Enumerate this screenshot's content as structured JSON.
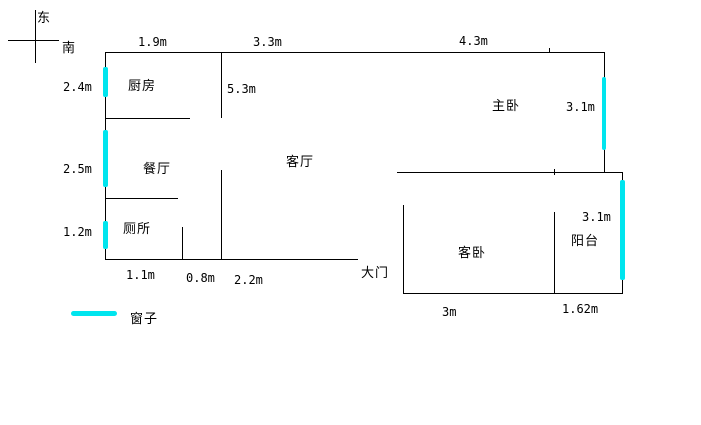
{
  "compass": {
    "east": "东",
    "south": "南"
  },
  "rooms": {
    "kitchen": "厨房",
    "dining": "餐厅",
    "toilet": "厕所",
    "living": "客厅",
    "master": "主卧",
    "guest": "客卧",
    "balcony": "阳台"
  },
  "dimensions": {
    "top_1": "1.9m",
    "top_2": "3.3m",
    "top_3": "4.3m",
    "left_1": "2.4m",
    "left_2": "2.5m",
    "left_3": "1.2m",
    "living_height": "5.3m",
    "master_height": "3.1m",
    "balcony_height": "3.1m",
    "bottom_1": "1.1m",
    "bottom_2": "0.8m",
    "bottom_3": "2.2m",
    "guest_width": "3m",
    "balcony_width": "1.62m"
  },
  "door": {
    "main": "大门"
  },
  "legend": {
    "window": "窗子"
  },
  "colors": {
    "wall": "#000000",
    "window": "#00e5ee",
    "background": "#ffffff"
  }
}
